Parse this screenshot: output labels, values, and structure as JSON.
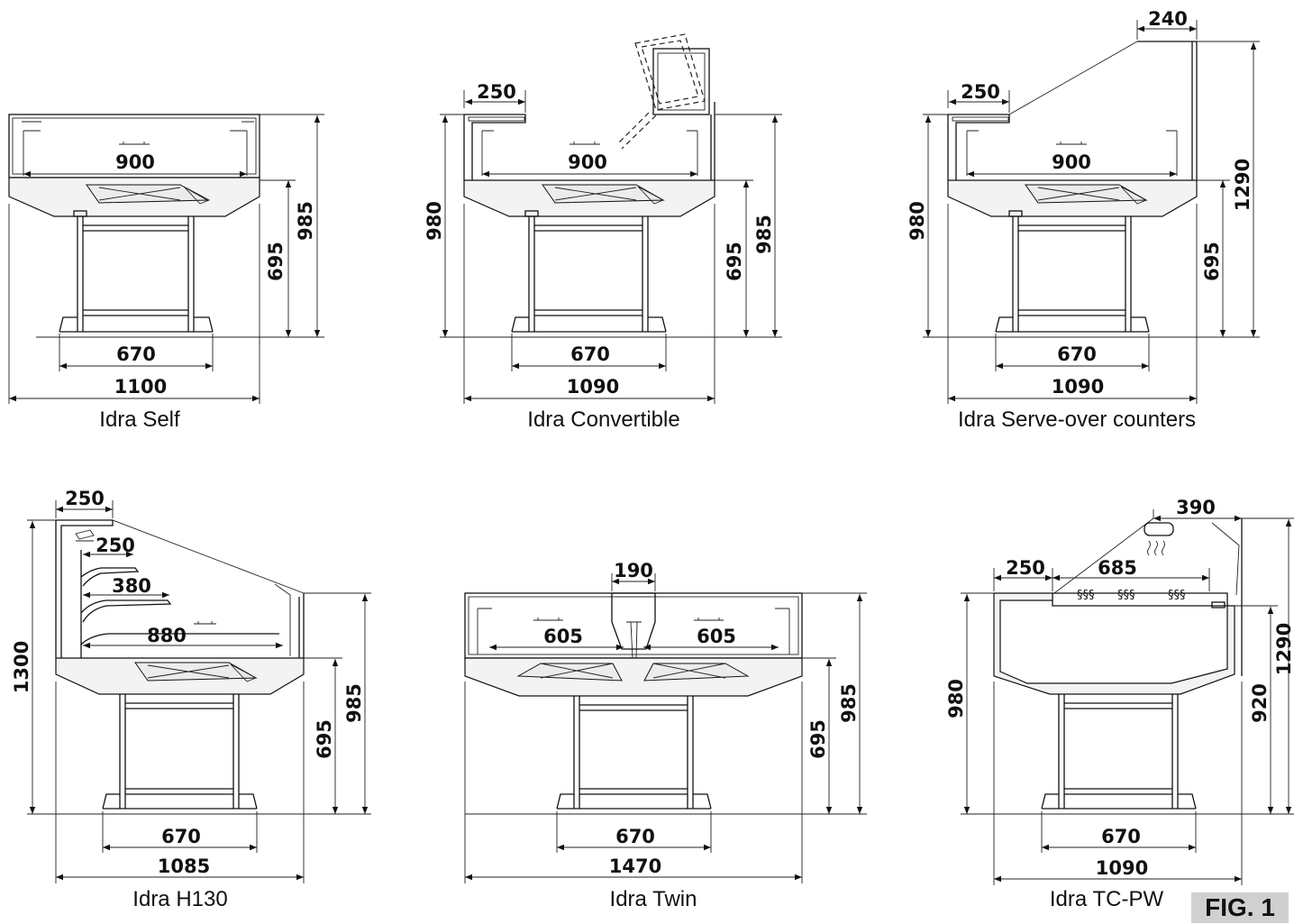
{
  "figure_label": "FIG. 1",
  "units": [
    {
      "caption": "Idra Self",
      "dims": {
        "inner_width": "900",
        "height_base": "695",
        "height_total": "985",
        "leg_span": "670",
        "overall_width": "1100"
      }
    },
    {
      "caption": "Idra Convertible",
      "dims": {
        "shelf_depth": "250",
        "inner_width": "900",
        "height_left": "980",
        "height_base": "695",
        "height_total": "985",
        "leg_span": "670",
        "overall_width": "1090"
      }
    },
    {
      "caption": "Idra Serve-over counters",
      "dims": {
        "top_width": "240",
        "shelf_depth": "250",
        "inner_width": "900",
        "height_left": "980",
        "height_base": "695",
        "height_total": "1290",
        "leg_span": "670",
        "overall_width": "1090"
      }
    },
    {
      "caption": "Idra H130",
      "dims": {
        "top_depth": "250",
        "shelf_1": "250",
        "shelf_2": "380",
        "inner_width": "880",
        "height_left": "1300",
        "height_base": "695",
        "height_total": "985",
        "leg_span": "670",
        "overall_width": "1085"
      }
    },
    {
      "caption": "Idra Twin",
      "dims": {
        "divider_width": "190",
        "inner_left": "605",
        "inner_right": "605",
        "height_base": "695",
        "height_total": "985",
        "leg_span": "670",
        "overall_width": "1470"
      }
    },
    {
      "caption": "Idra TC-PW",
      "dims": {
        "top_width": "390",
        "shelf_depth": "250",
        "warm_width": "685",
        "height_left": "980",
        "height_mid": "920",
        "height_total": "1290",
        "leg_span": "670",
        "overall_width": "1090"
      }
    }
  ]
}
